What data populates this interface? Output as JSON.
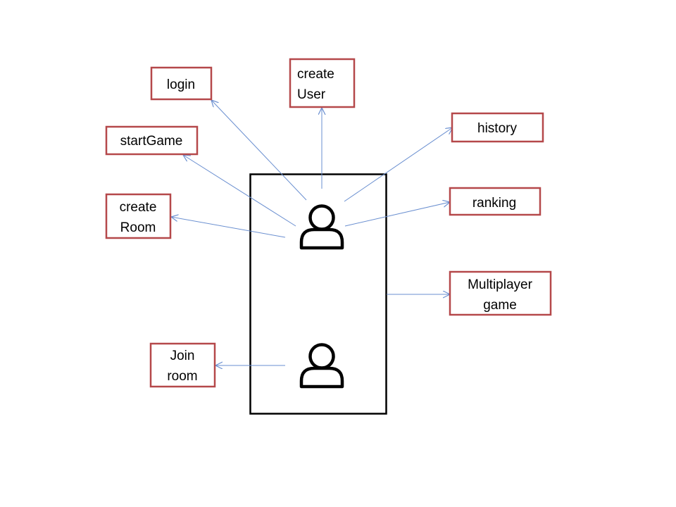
{
  "colors": {
    "box_border": "#b5484a",
    "arrow": "#6a8fd0",
    "container_border": "#000000",
    "actor": "#000000",
    "text": "#000000",
    "background": "#ffffff"
  },
  "actors": [
    {
      "icon": "user-icon"
    },
    {
      "icon": "user-icon"
    }
  ],
  "boxes": {
    "login": {
      "lines": [
        "login"
      ]
    },
    "create_user": {
      "lines": [
        "create",
        "User"
      ]
    },
    "history": {
      "lines": [
        "history"
      ]
    },
    "start_game": {
      "lines": [
        "startGame"
      ]
    },
    "ranking": {
      "lines": [
        "ranking"
      ]
    },
    "create_room": {
      "lines": [
        "create",
        "Room"
      ]
    },
    "multiplayer_game": {
      "lines": [
        "Multiplayer",
        "game"
      ]
    },
    "join_room": {
      "lines": [
        "Join",
        "room"
      ]
    }
  }
}
